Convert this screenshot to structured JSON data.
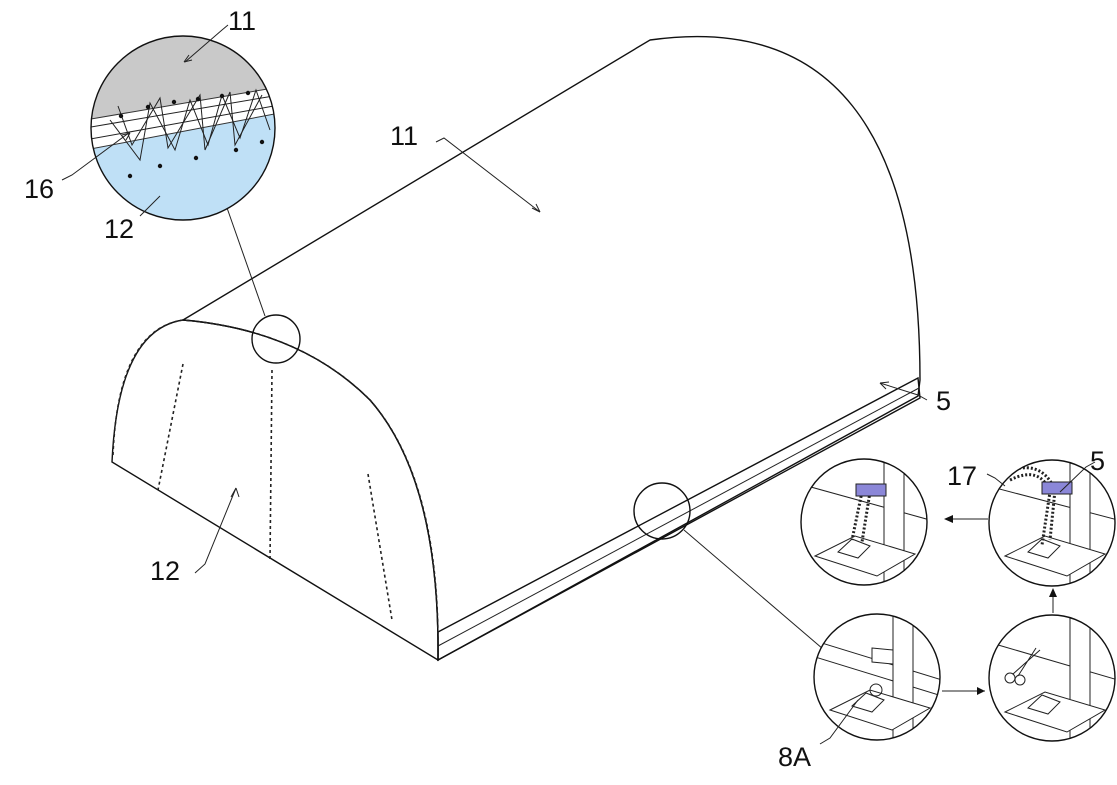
{
  "figure": {
    "colors": {
      "roof_cover": "#c9c9c9",
      "end_wall": "#bfe0f6",
      "strap_accent": "#8b87d8",
      "line": "#111111"
    },
    "labels": {
      "roof_cover": "11",
      "roof_cover_detail": "11",
      "end_wall": "12",
      "end_wall_detail": "12",
      "lacing": "16",
      "base_rail": "5",
      "base_rail_detail": "5",
      "strap": "17",
      "anchor": "8A"
    }
  }
}
